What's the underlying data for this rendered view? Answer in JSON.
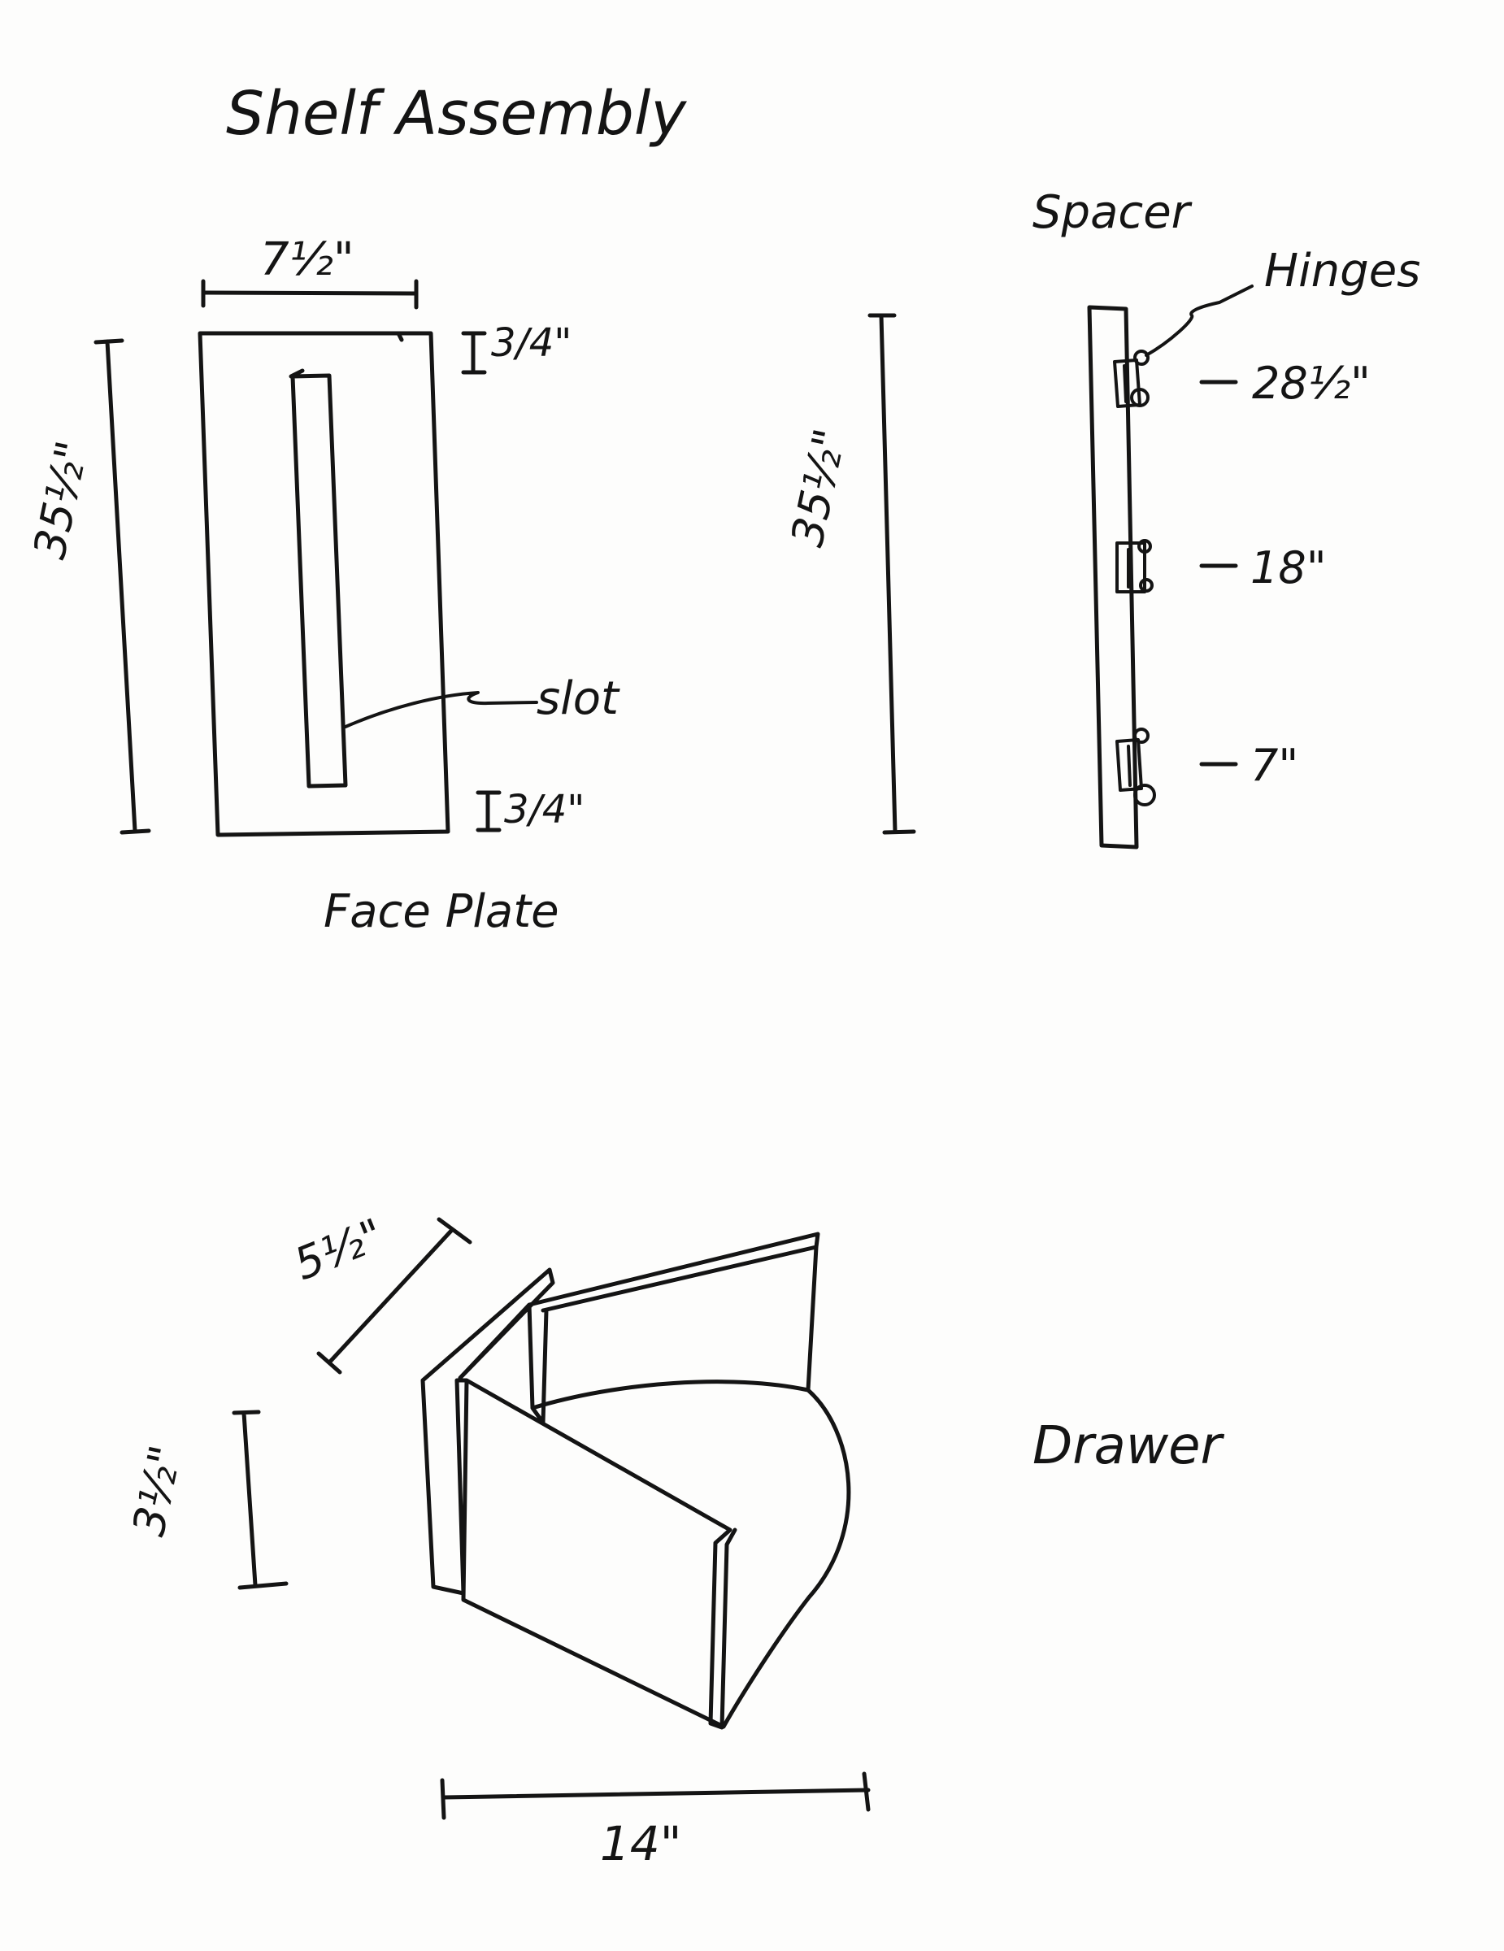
{
  "title": "Shelf Assembly",
  "face_plate": {
    "label": "Face Plate",
    "width": "7½\"",
    "height": "35½\"",
    "top_margin": "3/4\"",
    "bottom_margin": "3/4\"",
    "slot_label": "slot"
  },
  "spacer": {
    "label": "Spacer",
    "height": "35½\"",
    "hinges_label": "Hinges",
    "hinge_positions": [
      "28½\"",
      "18\"",
      "7\""
    ]
  },
  "drawer": {
    "label": "Drawer",
    "depth": "5½\"",
    "height": "3½\"",
    "width": "14\""
  }
}
